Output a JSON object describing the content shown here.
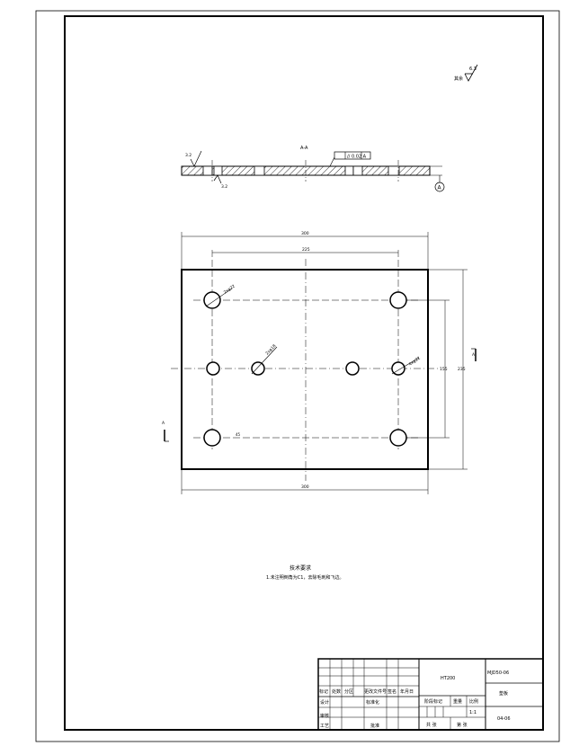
{
  "roughness": {
    "prefix": "其余",
    "value": "6.3"
  },
  "section": {
    "label": "A-A",
    "flatness_frame": "// 0.02 A",
    "roughness_left": "3.2",
    "roughness_bottom": "3.2",
    "datum": "A"
  },
  "plan": {
    "dim_top_outer": "300",
    "dim_top_inner": "225",
    "dim_right_inner": "155",
    "dim_right_outer": "235",
    "dim_bottom": "300",
    "hole_note_tl": "2xφ22",
    "hole_note_center": "2xφ18",
    "hole_note_right": "4xφ22",
    "cut_mark_left": "A",
    "cut_mark_right": "A",
    "small_mark": "45"
  },
  "notes": {
    "title": "技术要求",
    "line1": "1.未注明倒角为C1，去除毛刺和飞边。"
  },
  "title_block": {
    "material": "HT200",
    "drawing_no": "MJD50-06",
    "part_name": "垫板",
    "sign_row_labels": [
      "标记",
      "处数",
      "分区",
      "更改文件号",
      "签名",
      "年月日"
    ],
    "designer": "设计",
    "standardizer": "标准化",
    "stage_label": "阶段标记",
    "weight_label": "重量",
    "scale_label": "比例",
    "scale_value": "1:1",
    "reviewer": "审核",
    "process": "工艺",
    "approve": "批准",
    "sheets": "共 张",
    "sheet_no": "第 张",
    "date_code": "04-06"
  }
}
